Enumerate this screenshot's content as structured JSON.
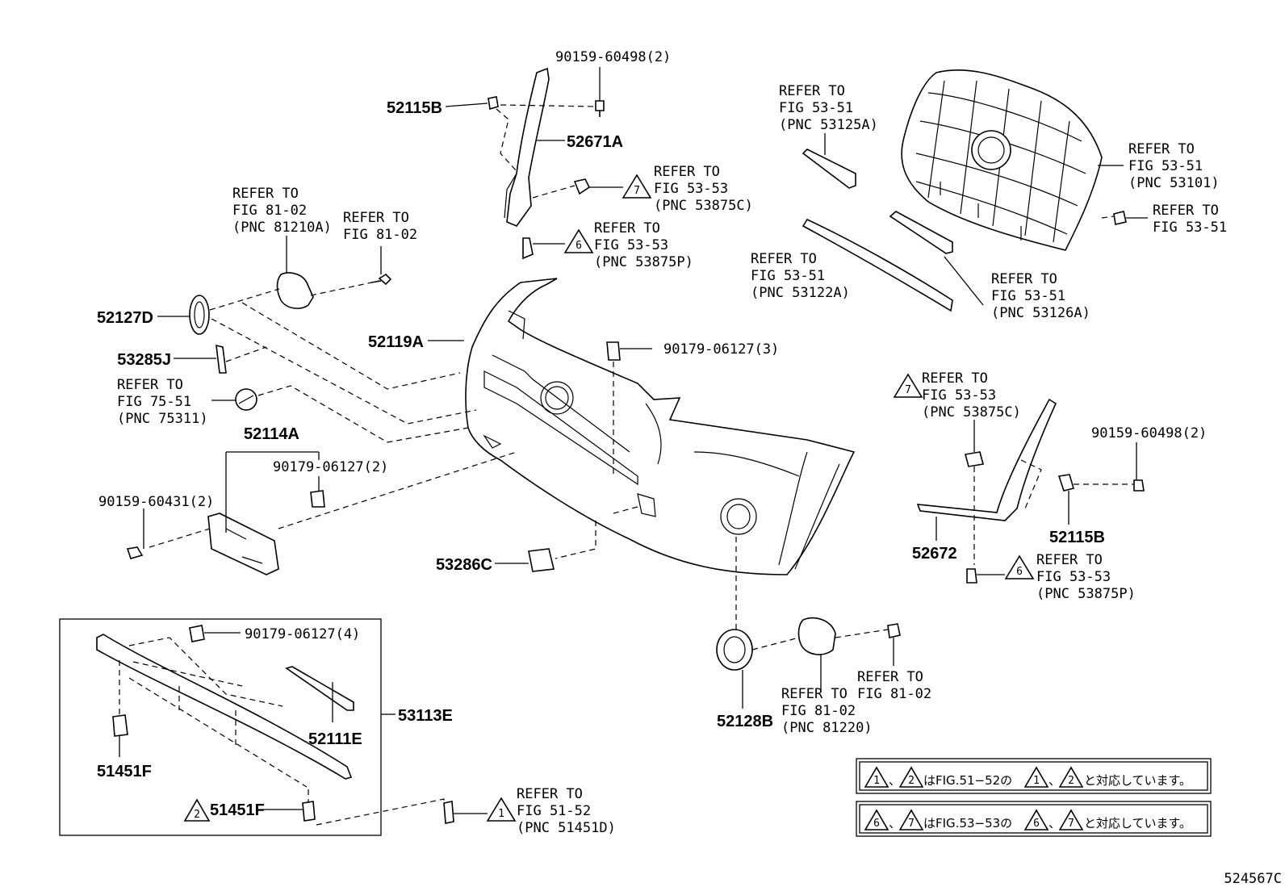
{
  "diagram_id": "524567C",
  "labels": {
    "l_52115B_top": "52115B",
    "l_90159_60498_top": "90159-60498(2)",
    "l_52671A": "52671A",
    "l_refer_5353_top": [
      "REFER TO",
      "FIG 53-53",
      "(PNC 53875C)"
    ],
    "l_refer_5353p_top": [
      "REFER TO",
      "FIG 53-53",
      "(PNC 53875P)"
    ],
    "l_refer_8102_81210": [
      "REFER TO",
      "FIG 81-02",
      "(PNC 81210A)"
    ],
    "l_refer_8102_a": [
      "REFER TO",
      "FIG 81-02"
    ],
    "l_52127D": "52127D",
    "l_52119A": "52119A",
    "l_53285J": "53285J",
    "l_refer_7551": [
      "REFER TO",
      "FIG 75-51",
      "(PNC 75311)"
    ],
    "l_52114A": "52114A",
    "l_90179_06127_2": "90179-06127(2)",
    "l_90159_60431": "90159-60431(2)",
    "l_90179_06127_3": "90179-06127(3)",
    "l_53286C": "53286C",
    "l_refer_5351_53125A": [
      "REFER TO",
      "FIG 53-51",
      "(PNC 53125A)"
    ],
    "l_refer_5351_53101": [
      "REFER TO",
      "FIG 53-51",
      "(PNC 53101)"
    ],
    "l_refer_5351_b": [
      "REFER TO",
      "FIG 53-51"
    ],
    "l_refer_5351_53122A": [
      "REFER TO",
      "FIG 53-51",
      "(PNC 53122A)"
    ],
    "l_refer_5351_53126A": [
      "REFER TO",
      "FIG 53-51",
      "(PNC 53126A)"
    ],
    "l_refer_5353_right": [
      "REFER TO",
      "FIG 53-53",
      "(PNC 53875C)"
    ],
    "l_90159_60498_right": "90159-60498(2)",
    "l_52115B_right": "52115B",
    "l_52672": "52672",
    "l_refer_5353p_right": [
      "REFER TO",
      "FIG 53-53",
      "(PNC 53875P)"
    ],
    "l_90179_06127_4": "90179-06127(4)",
    "l_53113E": "53113E",
    "l_52111E": "52111E",
    "l_51451F_a": "51451F",
    "l_51451F_b": "51451F",
    "l_refer_5152": [
      "REFER TO",
      "FIG 51-52",
      "(PNC 51451D)"
    ],
    "l_52128B": "52128B",
    "l_refer_8102_81220": [
      "REFER TO",
      "FIG 81-02",
      "(PNC 81220)"
    ],
    "l_refer_8102_b": [
      "REFER TO",
      "FIG 81-02"
    ]
  },
  "markers": {
    "m1": "1",
    "m2": "2",
    "m6": "6",
    "m7": "7"
  },
  "notes": {
    "note1": {
      "a": "1",
      "b": "2",
      "text1": "、",
      "text2": "はFIG.51−52の",
      "c": "1",
      "text3": "、",
      "d": "2",
      "text4": "と対応しています。"
    },
    "note2": {
      "a": "6",
      "b": "7",
      "text1": "、",
      "text2": "はFIG.53−53の",
      "c": "6",
      "text3": "、",
      "d": "7",
      "text4": "と対応しています。"
    }
  }
}
